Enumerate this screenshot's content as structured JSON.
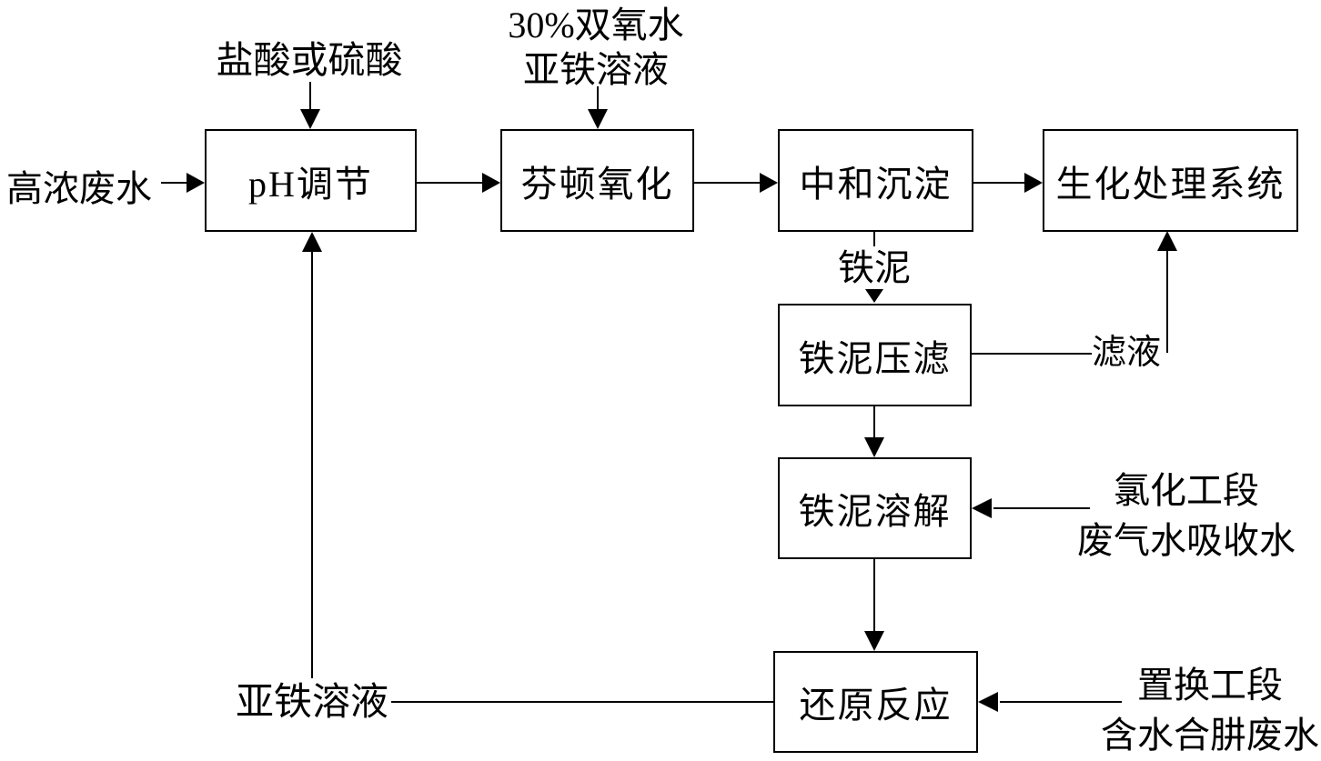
{
  "diagram": {
    "background_color": "#ffffff",
    "line_color": "#000000",
    "nodes": {
      "ph": "pH调节",
      "fenton": "芬顿氧化",
      "neutralize": "中和沉淀",
      "biochem": "生化处理系统",
      "press": "铁泥压滤",
      "dissolve": "铁泥溶解",
      "reduction": "还原反应"
    },
    "labels": {
      "influent": "高浓废水",
      "acid": "盐酸或硫酸",
      "peroxide_line1": "30%双氧水",
      "peroxide_line2": "亚铁溶液",
      "iron_sludge": "铁泥",
      "filtrate": "滤液",
      "chlorination_line1": "氯化工段",
      "chlorination_line2": "废气水吸收水",
      "replacement_line1": "置换工段",
      "replacement_line2": "含水合肼废水",
      "ferrous_solution": "亚铁溶液"
    }
  }
}
